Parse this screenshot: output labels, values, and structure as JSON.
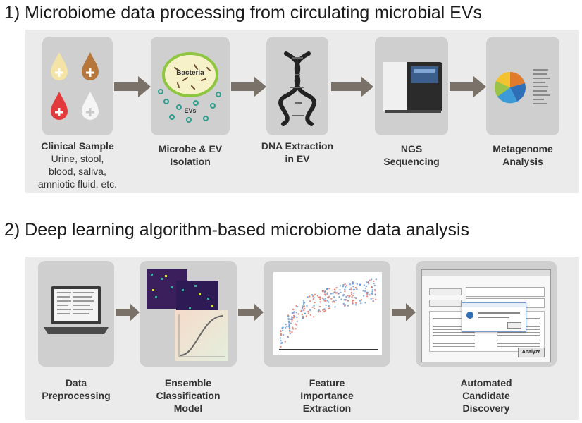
{
  "sections": [
    {
      "title": "1) Microbiome data processing from circulating microbial EVs",
      "steps": [
        {
          "title": "Clinical Sample",
          "subtitle": [
            "Urine, stool,",
            "blood, saliva,",
            "amniotic fluid, etc."
          ]
        },
        {
          "title": "Microbe & EV\nIsolation",
          "subtitle": []
        },
        {
          "title": "DNA Extraction\nin EV",
          "subtitle": []
        },
        {
          "title": "NGS\nSequencing",
          "subtitle": []
        },
        {
          "title": "Metagenome\nAnalysis",
          "subtitle": []
        }
      ],
      "illustration_labels": {
        "bacteria": "Bacteria",
        "evs": "EVs"
      }
    },
    {
      "title": "2) Deep learning algorithm-based microbiome data analysis",
      "steps": [
        {
          "title": "Data\nPreprocessing"
        },
        {
          "title": "Ensemble\nClassification\nModel"
        },
        {
          "title": "Feature\nImportance\nExtraction"
        },
        {
          "title": "Automated\nCandidate\nDiscovery"
        }
      ],
      "screen_button_label": "Analyze"
    }
  ],
  "colors": {
    "panel": "#ebebeb",
    "tile": "#cfcfcf",
    "arrow": "#7a7168",
    "drop_cream": "#f4e3a6",
    "drop_brown": "#b5773c",
    "drop_red": "#e23a3a",
    "drop_white": "#f5f5f5"
  }
}
